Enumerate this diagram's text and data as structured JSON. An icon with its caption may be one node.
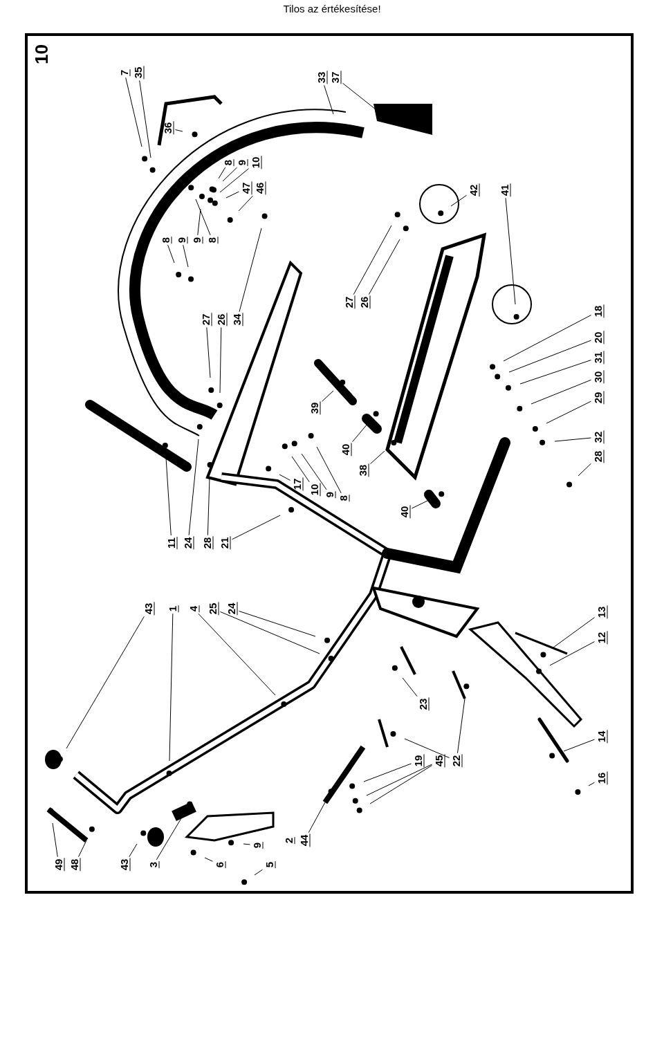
{
  "diagram": {
    "nodes": [
      {
        "text": [
          "7"
        ]
      },
      {
        "text": [
          "35"
        ]
      },
      {
        "text": [
          "36"
        ]
      },
      {
        "text": [
          "33"
        ]
      },
      {
        "text": [
          "37"
        ]
      },
      {
        "text": [
          "8"
        ]
      },
      {
        "text": [
          "9"
        ]
      },
      {
        "text": [
          "10"
        ]
      },
      {
        "text": [
          "47"
        ]
      },
      {
        "text": [
          "46"
        ]
      },
      {
        "text": [
          "8"
        ]
      },
      {
        "text": [
          "9"
        ]
      },
      {
        "text": [
          "9"
        ]
      },
      {
        "text": [
          "8"
        ]
      },
      {
        "text": [
          "27"
        ]
      },
      {
        "text": [
          "26"
        ]
      },
      {
        "text": [
          "34"
        ]
      },
      {
        "text": [
          "27"
        ]
      },
      {
        "text": [
          "26"
        ]
      },
      {
        "text": [
          "42"
        ]
      },
      {
        "text": [
          "41"
        ]
      },
      {
        "text": [
          "39"
        ]
      },
      {
        "text": [
          "40"
        ]
      },
      {
        "text": [
          "38"
        ]
      },
      {
        "text": [
          "40"
        ]
      },
      {
        "text": [
          "18"
        ]
      },
      {
        "text": [
          "20"
        ]
      },
      {
        "text": [
          "31"
        ]
      },
      {
        "text": [
          "30"
        ]
      },
      {
        "text": [
          "29"
        ]
      },
      {
        "text": [
          "32"
        ]
      },
      {
        "text": [
          "28"
        ]
      },
      {
        "text": [
          "17"
        ]
      },
      {
        "text": [
          "10"
        ]
      },
      {
        "text": [
          "9"
        ]
      },
      {
        "text": [
          "8"
        ]
      },
      {
        "text": [
          "11"
        ]
      },
      {
        "text": [
          "24"
        ]
      },
      {
        "text": [
          "28"
        ]
      },
      {
        "text": [
          "21"
        ]
      },
      {
        "text": [
          "43"
        ]
      },
      {
        "text": [
          "1"
        ]
      },
      {
        "text": [
          "4"
        ]
      },
      {
        "text": [
          "25"
        ]
      },
      {
        "text": [
          "24"
        ]
      },
      {
        "text": [
          "13"
        ]
      },
      {
        "text": [
          "12"
        ]
      },
      {
        "text": [
          "14"
        ]
      },
      {
        "text": [
          "16"
        ]
      },
      {
        "text": [
          "23"
        ]
      },
      {
        "text": [
          "19"
        ]
      },
      {
        "text": [
          "45"
        ]
      },
      {
        "text": [
          "22"
        ]
      },
      {
        "text": [
          "2"
        ]
      },
      {
        "text": [
          "44"
        ]
      },
      {
        "text": [
          "49"
        ]
      },
      {
        "text": [
          "48"
        ]
      },
      {
        "text": [
          "43"
        ]
      },
      {
        "text": [
          "3"
        ]
      },
      {
        "text": [
          "6"
        ]
      },
      {
        "text": [
          "9"
        ]
      },
      {
        "text": [
          "5"
        ]
      }
    ],
    "edges": [
      {
        "from": 0,
        "to": null,
        "arrow": "none"
      },
      {
        "from": 1,
        "to": null,
        "arrow": "none"
      },
      {
        "from": 2,
        "to": null,
        "arrow": "none"
      },
      {
        "from": 3,
        "to": null,
        "arrow": "none"
      },
      {
        "from": 4,
        "to": null,
        "arrow": "none"
      },
      {
        "from": 5,
        "to": null,
        "arrow": "none"
      },
      {
        "from": 6,
        "to": null,
        "arrow": "none"
      },
      {
        "from": 7,
        "to": null,
        "arrow": "none"
      },
      {
        "from": 8,
        "to": null,
        "arrow": "none"
      },
      {
        "from": 9,
        "to": null,
        "arrow": "none"
      },
      {
        "from": 10,
        "to": null,
        "arrow": "none"
      },
      {
        "from": 11,
        "to": null,
        "arrow": "none"
      },
      {
        "from": 12,
        "to": null,
        "arrow": "none"
      },
      {
        "from": 13,
        "to": null,
        "arrow": "none"
      },
      {
        "from": 14,
        "to": null,
        "arrow": "none"
      },
      {
        "from": 15,
        "to": null,
        "arrow": "none"
      },
      {
        "from": 16,
        "to": null,
        "arrow": "none"
      },
      {
        "from": 17,
        "to": null,
        "arrow": "none"
      },
      {
        "from": 18,
        "to": null,
        "arrow": "none"
      },
      {
        "from": 19,
        "to": null,
        "arrow": "none"
      },
      {
        "from": 20,
        "to": null,
        "arrow": "none"
      },
      {
        "from": 21,
        "to": null,
        "arrow": "none"
      },
      {
        "from": 22,
        "to": null,
        "arrow": "none"
      },
      {
        "from": 23,
        "to": null,
        "arrow": "none"
      },
      {
        "from": 24,
        "to": null,
        "arrow": "none"
      },
      {
        "from": 25,
        "to": null,
        "arrow": "none"
      },
      {
        "from": 26,
        "to": null,
        "arrow": "none"
      },
      {
        "from": 27,
        "to": null,
        "arrow": "none"
      },
      {
        "from": 28,
        "to": null,
        "arrow": "none"
      },
      {
        "from": 29,
        "to": null,
        "arrow": "none"
      },
      {
        "from": 30,
        "to": null,
        "arrow": "none"
      },
      {
        "from": 31,
        "to": null,
        "arrow": "none"
      },
      {
        "from": 32,
        "to": null,
        "arrow": "none"
      },
      {
        "from": 33,
        "to": null,
        "arrow": "none"
      },
      {
        "from": 34,
        "to": null,
        "arrow": "none"
      },
      {
        "from": 35,
        "to": null,
        "arrow": "none"
      },
      {
        "from": 36,
        "to": null,
        "arrow": "none"
      },
      {
        "from": 37,
        "to": null,
        "arrow": "none"
      },
      {
        "from": 38,
        "to": null,
        "arrow": "none"
      },
      {
        "from": 39,
        "to": null,
        "arrow": "none"
      },
      {
        "from": 40,
        "to": null,
        "arrow": "none"
      },
      {
        "from": 41,
        "to": null,
        "arrow": "none"
      },
      {
        "from": 42,
        "to": null,
        "arrow": "none"
      },
      {
        "from": 43,
        "to": null,
        "arrow": "none"
      },
      {
        "from": 44,
        "to": null,
        "arrow": "none"
      },
      {
        "from": 45,
        "to": null,
        "arrow": "none"
      },
      {
        "from": 46,
        "to": null,
        "arrow": "none"
      },
      {
        "from": 47,
        "to": null,
        "arrow": "none"
      },
      {
        "from": 48,
        "to": null,
        "arrow": "none"
      },
      {
        "from": 49,
        "to": null,
        "arrow": "none"
      },
      {
        "from": 50,
        "to": null,
        "arrow": "none"
      },
      {
        "from": 51,
        "to": null,
        "arrow": "none"
      },
      {
        "from": 51,
        "to": null,
        "arrow": "none"
      },
      {
        "from": 52,
        "to": null,
        "arrow": "none"
      },
      {
        "from": 52,
        "to": null,
        "arrow": "none"
      },
      {
        "from": 54,
        "to": null,
        "arrow": "none"
      },
      {
        "from": 55,
        "to": null,
        "arrow": "none"
      },
      {
        "from": 56,
        "to": null,
        "arrow": "none"
      },
      {
        "from": 57,
        "to": null,
        "arrow": "none"
      },
      {
        "from": 58,
        "to": null,
        "arrow": "none"
      },
      {
        "from": 59,
        "to": null,
        "arrow": "none"
      },
      {
        "from": 60,
        "to": null,
        "arrow": "none"
      },
      {
        "from": 61,
        "to": null,
        "arrow": "none"
      }
    ],
    "labels": [
      "Tilos az értékesítése!",
      "10"
    ]
  }
}
